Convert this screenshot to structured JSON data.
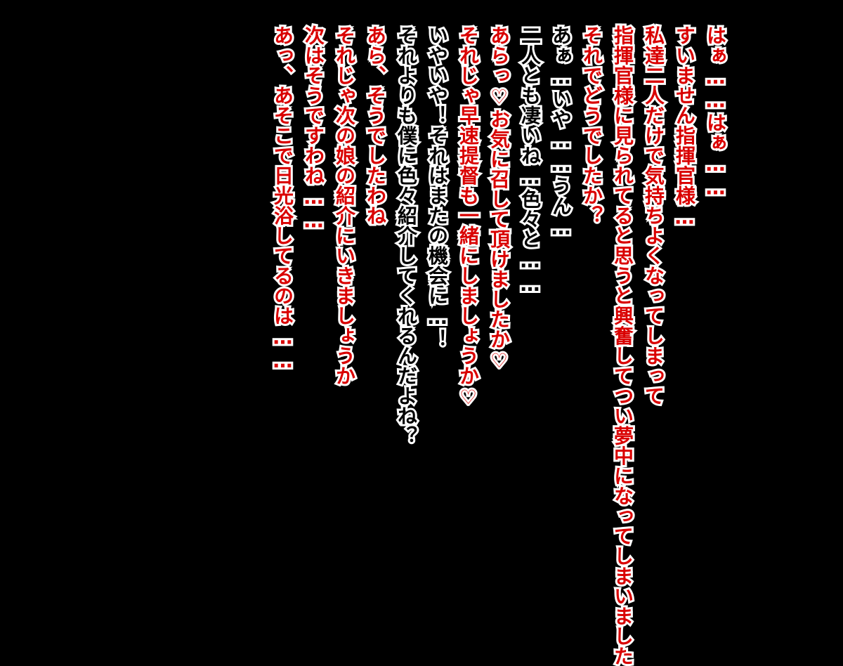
{
  "colors": {
    "background": "#000000",
    "red_text": "#d90000",
    "black_text": "#000000",
    "outline": "#ffffff"
  },
  "dialogue": [
    {
      "speaker": "red",
      "text": "はぁ……はぁ……"
    },
    {
      "speaker": "red",
      "text": "すいません指揮官様…"
    },
    {
      "speaker": "red",
      "text": "私達二人だけで気持ちよくなってしまって"
    },
    {
      "speaker": "red",
      "text": "指揮官様に見られてると思うと興奮してつい夢中になってしまいました"
    },
    {
      "speaker": "red",
      "text": "それでどうでしたか？"
    },
    {
      "speaker": "black",
      "text": "あぁ…いや……うん…"
    },
    {
      "speaker": "black",
      "text": "二人とも凄いね…色々と……"
    },
    {
      "speaker": "red",
      "text": "あらっ♡お気に召して頂けましたか♡"
    },
    {
      "speaker": "red",
      "text": "それじゃ早速提督も一緒にしましょうか♡"
    },
    {
      "speaker": "black",
      "text": "いやいや！それはまたの機会に…！"
    },
    {
      "speaker": "black",
      "text": "それよりも僕に色々紹介してくれるんだよね？"
    },
    {
      "speaker": "red",
      "text": "あら、そうでしたわね"
    },
    {
      "speaker": "red",
      "text": "それじゃ次の娘の紹介にいきましょうか"
    },
    {
      "speaker": "red",
      "text": "次はそうですわね……"
    },
    {
      "speaker": "red",
      "text": "あっ、あそこで日光浴してるのは……"
    }
  ]
}
